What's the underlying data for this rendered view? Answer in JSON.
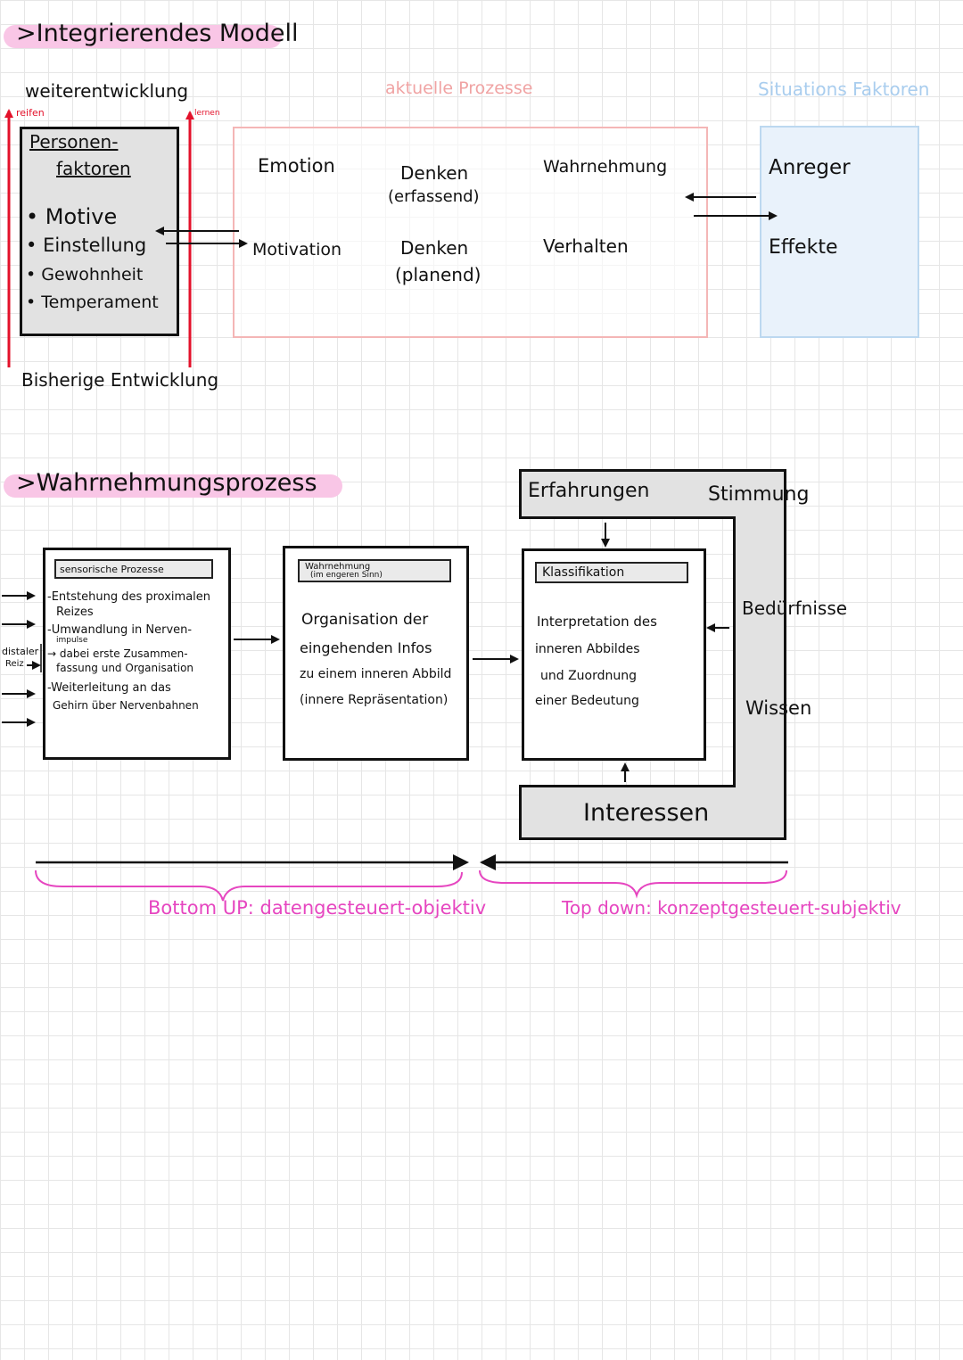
{
  "section1": {
    "title": "Integrierendes Modell",
    "weiterentwicklung": "weiterentwicklung",
    "reifen": "reifen",
    "lernen": "lernen",
    "person_box": {
      "title_line1": "Personen-",
      "title_line2": "faktoren",
      "items": [
        "Motive",
        "Einstellung",
        "Gewohnheit",
        "Temperament"
      ]
    },
    "bisherige": "Bisherige Entwicklung",
    "processes": {
      "heading": "aktuelle Prozesse",
      "emotion": "Emotion",
      "denken1_line1": "Denken",
      "denken1_line2": "(erfassend)",
      "wahrnehmung": "Wahrnehmung",
      "motivation": "Motivation",
      "denken2_line1": "Denken",
      "denken2_line2": "(planend)",
      "verhalten": "Verhalten"
    },
    "situation": {
      "heading": "Situations Faktoren",
      "anreger": "Anreger",
      "effekte": "Effekte"
    }
  },
  "section2": {
    "title": "Wahrnehmungsprozess",
    "distaler": "distaler",
    "reiz": "Reiz",
    "sensory": {
      "title": "sensorische Prozesse",
      "lines": [
        "-Entstehung des proximalen",
        "Reizes",
        "-Umwandlung in Nerven-",
        "impulse",
        "→ dabei erste Zusammen-",
        "fassung und Organisation",
        "-Weiterleitung an das",
        "Gehirn über Nervenbahnen"
      ]
    },
    "perception": {
      "title_line1": "Wahrnehmung",
      "title_line2": "(im engeren Sinn)",
      "lines": [
        "Organisation der",
        "eingehenden Infos",
        "zu einem inneren Abbild",
        "(innere Repräsentation)"
      ]
    },
    "classification": {
      "title": "Klassifikation",
      "lines": [
        "Interpretation des",
        "inneren Abbildes",
        "und Zuordnung",
        "einer Bedeutung"
      ]
    },
    "frame": {
      "erfahrungen": "Erfahrungen",
      "stimmung": "Stimmung",
      "beduerfnisse": "Bedürfnisse",
      "wissen": "Wissen",
      "interessen": "Interessen"
    },
    "bottom_up": "Bottom UP: datengesteuert-objektiv",
    "top_down": "Top down: konzeptgesteuert-subjektiv"
  },
  "colors": {
    "highlight_pink": "#f9c6e6",
    "process_box": "#f4b6b6",
    "situation_box": "#bcd8f0",
    "red_arrow": "#e3112a",
    "magenta": "#e646c0",
    "grey_fill": "#e2e2e2"
  }
}
